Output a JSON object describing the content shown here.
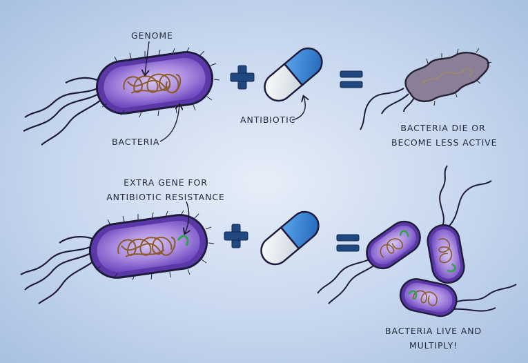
{
  "labels": {
    "genome": "GENOME",
    "bacteria": "BACTERIA",
    "antibiotic": "ANTIBIOTIC",
    "result_top_line1": "BACTERIA DIE OR",
    "result_top_line2": "BECOME LESS ACTIVE",
    "extra_gene_line1": "EXTRA GENE FOR",
    "extra_gene_line2": "ANTIBIOTIC RESISTANCE",
    "result_bottom_line1": "BACTERIA LIVE AND",
    "result_bottom_line2": "MULTIPLY!"
  },
  "colors": {
    "bacteria_fill": "#7b57c9",
    "bacteria_inner": "#c9b6ee",
    "outline": "#1f1b3d",
    "genome": "#9a6a35",
    "resistance_gene": "#2fa34a",
    "operator": "#1f4780",
    "capsule_blue": "#2f7fd0",
    "capsule_white": "#f2f4f7",
    "dead_bacteria": "#8a7f96"
  },
  "icons": {
    "plus_top": "plus-icon",
    "equals_top": "equals-icon",
    "plus_bottom": "plus-icon",
    "equals_bottom": "equals-icon",
    "capsule": "capsule-icon"
  }
}
